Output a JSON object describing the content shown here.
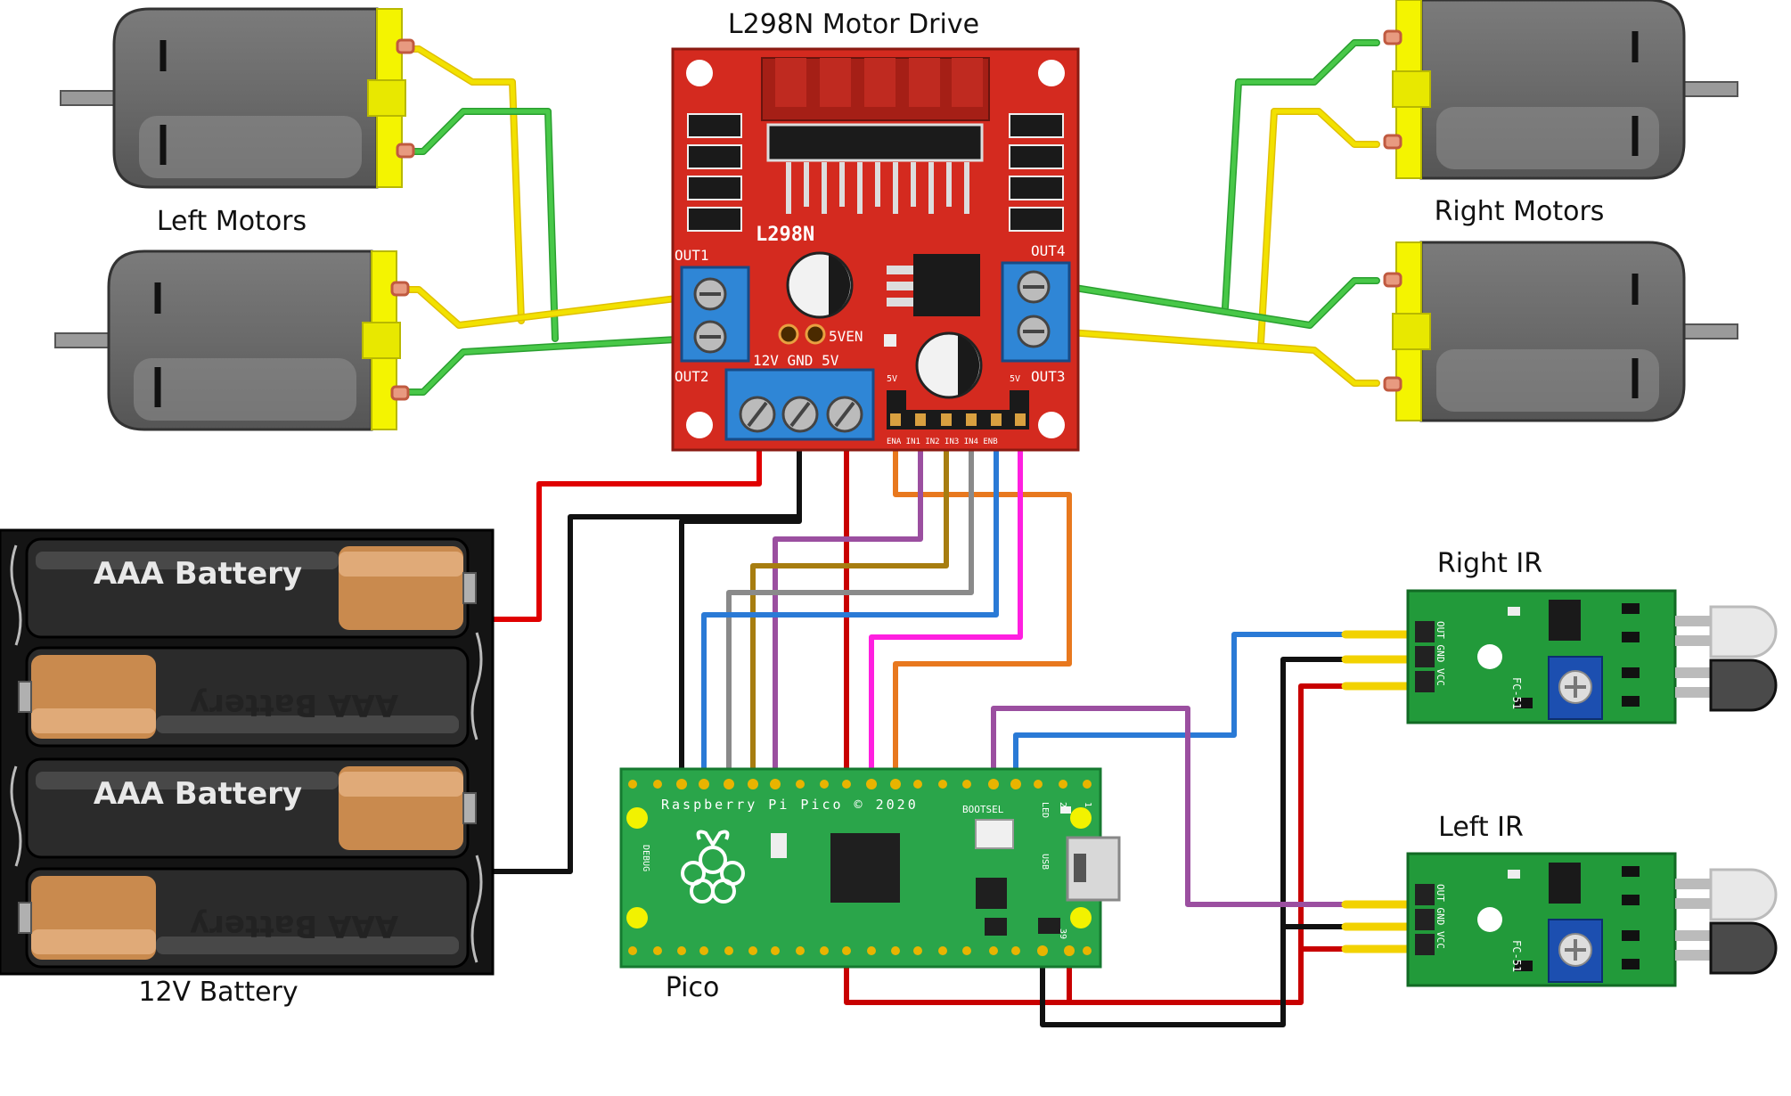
{
  "labels": {
    "driver_title": "L298N Motor Drive",
    "left_motors": "Left Motors",
    "right_motors": "Right Motors",
    "battery": "12V Battery",
    "pico": "Pico",
    "right_ir": "Right IR",
    "left_ir": "Left IR"
  },
  "board": {
    "chip": "L298N",
    "out1": "OUT1",
    "out2": "OUT2",
    "out3": "OUT3",
    "out4": "OUT4",
    "jumper": "5VEN",
    "terminal": "12V GND  5V",
    "pin5v_left": "5V",
    "pin5v_right": "5V",
    "pins": "ENA IN1 IN2 IN3 IN4 ENB"
  },
  "battery_cells": [
    "AAA Battery",
    "AAA Battery",
    "AAA Battery",
    "AAA Battery"
  ],
  "pico_board": {
    "name": "Raspberry Pi Pico © 2020",
    "bootsel": "BOOTSEL",
    "debug": "DEBUG",
    "led": "LED",
    "usb": "USB",
    "pin1": "1",
    "pin2": "2",
    "pin39": "39"
  },
  "ir_sensor": {
    "pins": "OUT GND VCC",
    "model": "FC-51"
  },
  "colors": {
    "board_red": "#d42a1f",
    "terminal_blue": "#2f86d6",
    "pcb_green": "#2aa54a",
    "motor_yellow": "#f4f400",
    "wire_red": "#e00000",
    "wire_black": "#111111",
    "wire_yellow": "#f2d200",
    "wire_green": "#3cbf3c",
    "wire_orange": "#e8781e",
    "wire_purple": "#9b4fa0",
    "wire_olive": "#a77d10",
    "wire_gray": "#8a8a8a",
    "wire_blue": "#2a7ad6",
    "wire_magenta": "#ff1fe0"
  }
}
